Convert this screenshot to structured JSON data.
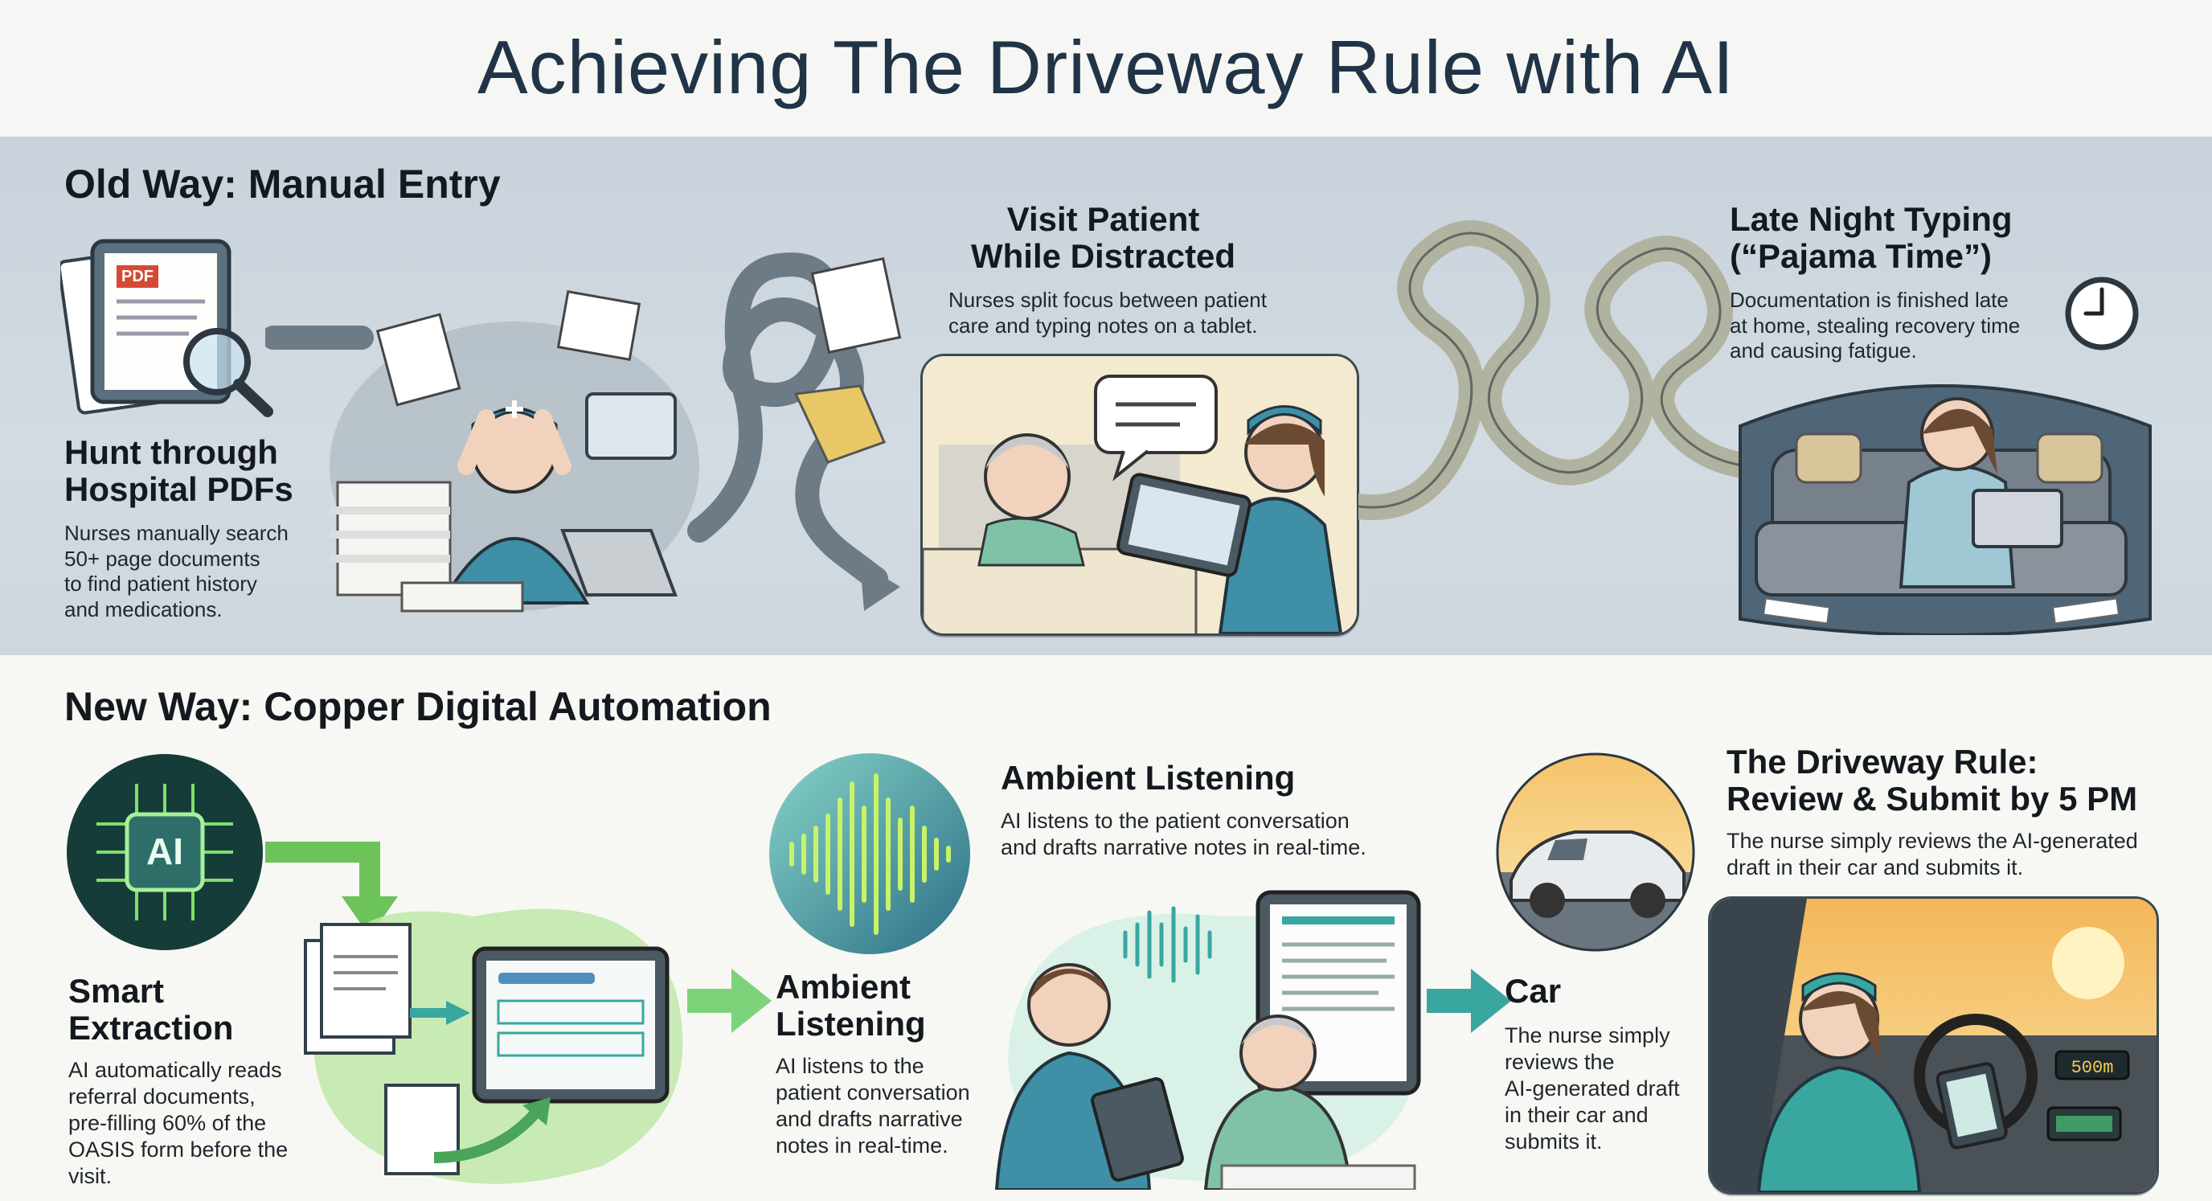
{
  "title": "Achieving The Driveway Rule with AI",
  "old_way": {
    "heading": "Old Way: Manual Entry",
    "steps": [
      {
        "title_line1": "Hunt through",
        "title_line2": "Hospital PDFs",
        "desc_lines": [
          "Nurses manually search",
          "50+ page documents",
          "to find patient history",
          "and medications."
        ]
      },
      {
        "title_line1": "Visit Patient",
        "title_line2": "While Distracted",
        "desc_lines": [
          "Nurses split focus between patient",
          "care and typing notes on a tablet."
        ]
      },
      {
        "title_line1": "Late Night Typing",
        "title_line2": "(“Pajama Time”)",
        "desc_lines": [
          "Documentation is finished late",
          "at home, stealing recovery time",
          "and causing fatigue."
        ]
      }
    ],
    "pdf_label": "PDF"
  },
  "new_way": {
    "heading": "New Way: Copper Digital Automation",
    "chip_label": "AI",
    "dash_readout": "500m",
    "steps": [
      {
        "title_line1": "Smart",
        "title_line2": "Extraction",
        "desc_lines": [
          "AI automatically reads",
          "referral documents,",
          "pre-filling 60% of the",
          "OASIS form before the",
          "visit."
        ]
      },
      {
        "title_line1": "Ambient",
        "title_line2": "Listening",
        "desc_lines": [
          "AI listens to the",
          "patient conversation",
          "and drafts narrative",
          "notes in real-time."
        ]
      },
      {
        "top_title": "Ambient Listening",
        "top_desc_lines": [
          "AI listens to the patient conversation",
          "and drafts narrative notes in real-time."
        ]
      },
      {
        "title": "Car",
        "desc_lines": [
          "The nurse simply",
          "reviews the",
          "AI-generated draft",
          "in their car and",
          "submits it."
        ]
      },
      {
        "title_line1": "The Driveway Rule:",
        "title_line2": "Review & Submit by 5 PM",
        "desc_lines": [
          "The nurse simply reviews the AI-generated",
          "draft in their car and submits it."
        ]
      }
    ]
  },
  "colors": {
    "title": "#213447",
    "old_band": "#cfd7de",
    "teal": "#3aa6a0",
    "green": "#6cc35a",
    "scrub": "#3f8fa6"
  }
}
